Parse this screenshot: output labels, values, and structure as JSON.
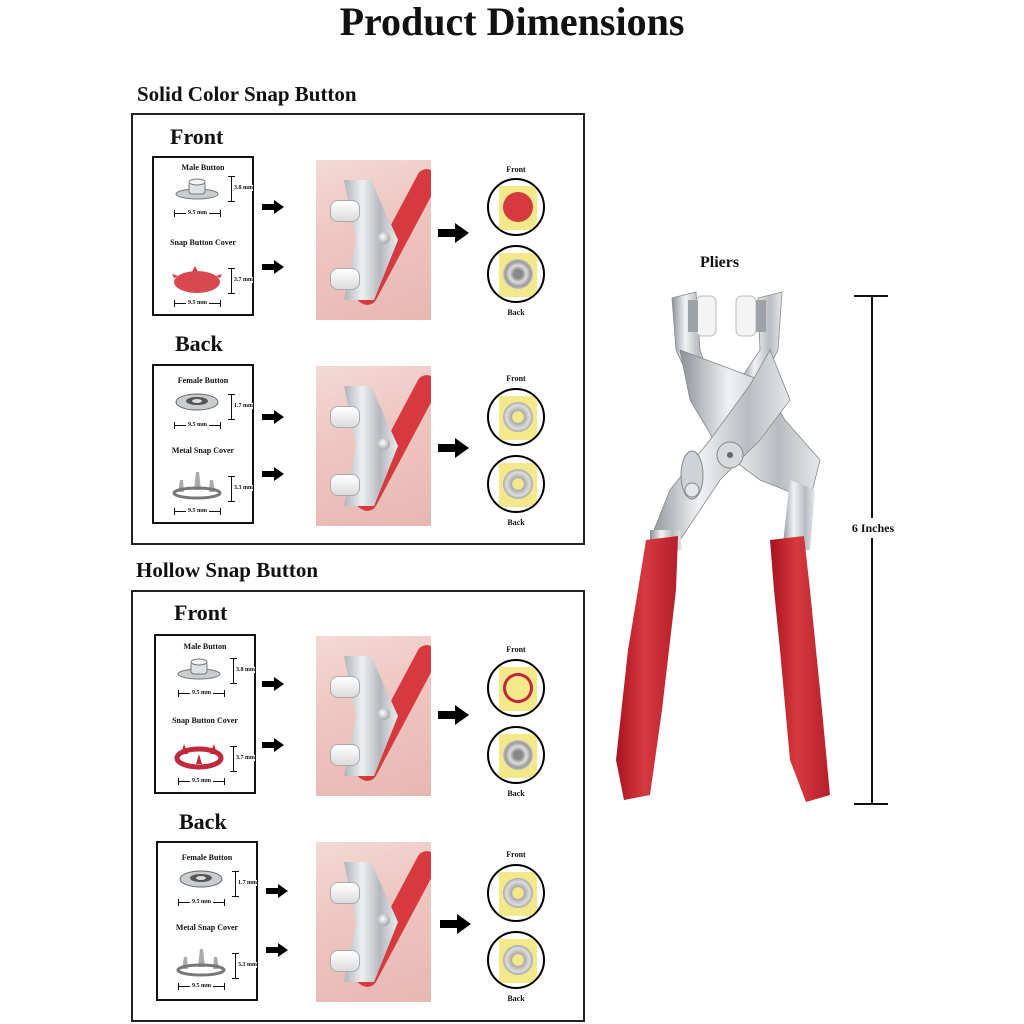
{
  "page_title": "Product Dimensions",
  "sections": [
    {
      "heading": "Solid Color Snap Button",
      "groups": [
        {
          "label": "Front",
          "parts": [
            {
              "name": "Male Button",
              "width": "9.5 mm",
              "height": "3.8 mm"
            },
            {
              "name": "Snap Button Cover",
              "width": "9.5 mm",
              "height": "3.7 mm"
            }
          ],
          "results": {
            "top": "Front",
            "bottom": "Back"
          }
        },
        {
          "label": "Back",
          "parts": [
            {
              "name": "Female Button",
              "width": "9.5 mm",
              "height": "1.7 mm"
            },
            {
              "name": "Metal Snap Cover",
              "width": "9.5 mm",
              "height": "3.3 mm"
            }
          ],
          "results": {
            "top": "Front",
            "bottom": "Back"
          }
        }
      ]
    },
    {
      "heading": "Hollow Snap Button",
      "groups": [
        {
          "label": "Front",
          "parts": [
            {
              "name": "Male Button",
              "width": "9.5 mm",
              "height": "3.8 mm"
            },
            {
              "name": "Snap Button Cover",
              "width": "9.5 mm",
              "height": "3.7 mm"
            }
          ],
          "results": {
            "top": "Front",
            "bottom": "Back"
          }
        },
        {
          "label": "Back",
          "parts": [
            {
              "name": "Female Button",
              "width": "9.5 mm",
              "height": "1.7 mm"
            },
            {
              "name": "Metal Snap Cover",
              "width": "9.5 mm",
              "height": "3.3 mm"
            }
          ],
          "results": {
            "top": "Front",
            "bottom": "Back"
          }
        }
      ]
    }
  ],
  "pliers": {
    "label": "Pliers",
    "length": "6 Inches"
  },
  "colors": {
    "accent_red": "#d63a3f",
    "paper_yellow": "#f4e98a",
    "metal_silver": "#c9ccd0"
  }
}
